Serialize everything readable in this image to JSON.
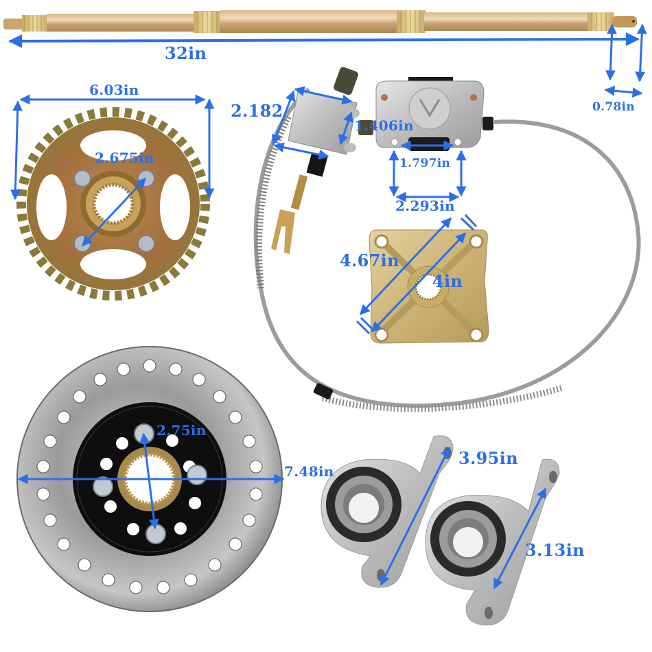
{
  "colors": {
    "dimension": "#2b6fe8",
    "background": "#ffffff",
    "zinc_gold": "#c9a86a",
    "steel": "#b8b8b8",
    "black": "#111111"
  },
  "parts": [
    {
      "id": "rear-axle",
      "name": "Rear axle shaft"
    },
    {
      "id": "sprocket",
      "name": "Chain sprocket with hub"
    },
    {
      "id": "master-cylinder",
      "name": "Brake master cylinder"
    },
    {
      "id": "caliper",
      "name": "Brake caliper"
    },
    {
      "id": "brake-line",
      "name": "Brake hose"
    },
    {
      "id": "wheel-hub",
      "name": "Square wheel hub"
    },
    {
      "id": "brake-disc",
      "name": "Brake disc rotor with hub"
    },
    {
      "id": "pillow-block-bearings",
      "name": "Pillow block bearings (x2)"
    }
  ],
  "dimensions": {
    "axle_length": "32in",
    "axle_spline_diameter": "0.78in",
    "sprocket_outer": "6.03in",
    "sprocket_bolt_span": "2.675in",
    "master_cylinder_length": "2.182",
    "master_cylinder_mount": "1.406in",
    "caliper_inner": "1.797in",
    "caliper_mount": "2.293in",
    "hub_diagonal_outer": "4.67in",
    "hub_diagonal_inner": "4in",
    "disc_bolt_span": "2.75in",
    "disc_diameter": "7.48in",
    "bearing_large_span": "3.95in",
    "bearing_small_span": "3.13in"
  }
}
